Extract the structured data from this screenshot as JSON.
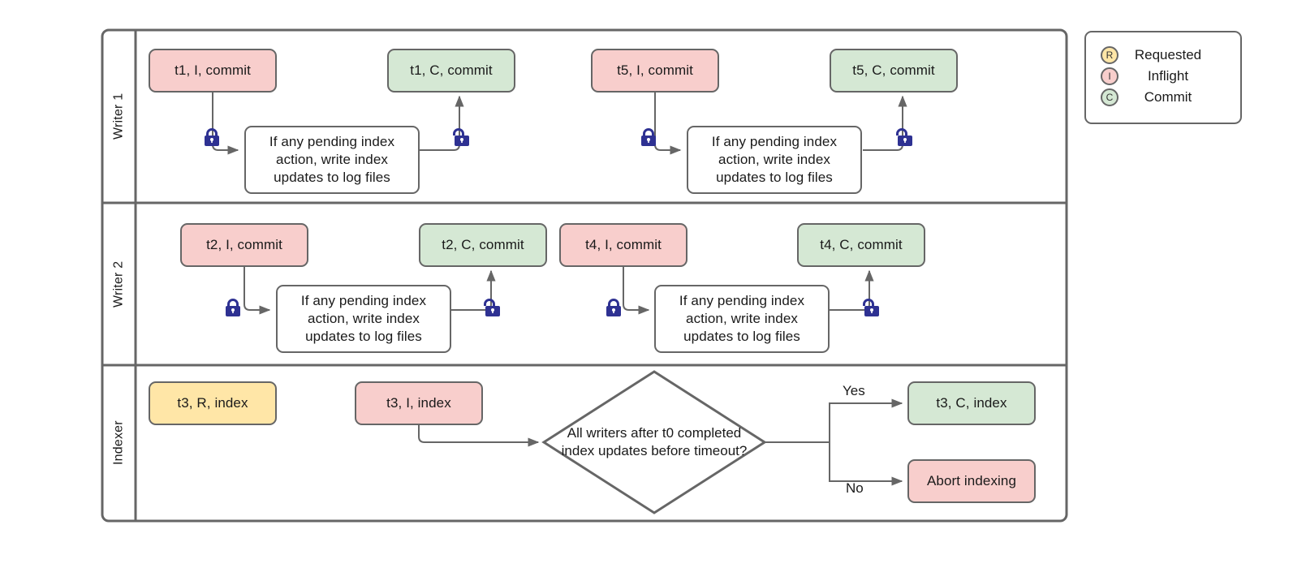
{
  "diagram": {
    "title": "Writer / Indexer transaction swimlane flow",
    "colors": {
      "red": "#f8cecc",
      "green": "#d5e8d4",
      "yellow": "#ffe6a7",
      "stroke": "#666666",
      "lock": "#2e3192",
      "background": "#ffffff"
    },
    "lanes": [
      {
        "id": "writer1",
        "label": "Writer 1"
      },
      {
        "id": "writer2",
        "label": "Writer 2"
      },
      {
        "id": "indexer",
        "label": "Indexer"
      }
    ],
    "process_text": "If any pending index action, write index updates to log files",
    "process_lines": [
      "If any pending index",
      "action, write index",
      "updates to log files"
    ],
    "writer1": {
      "inflight_1": "t1, I, commit",
      "commit_1": "t1, C, commit",
      "process_1": "If any pending index action, write index updates to log files",
      "inflight_2": "t5, I, commit",
      "commit_2": "t5, C, commit",
      "process_2": "If any pending index action, write index updates to log files",
      "lock_closed_1": "lock-closed",
      "lock_open_1": "lock-open",
      "lock_closed_2": "lock-closed",
      "lock_open_2": "lock-open"
    },
    "writer2": {
      "inflight_1": "t2, I, commit",
      "commit_1": "t2, C, commit",
      "process_1": "If any pending index action, write index updates to log files",
      "inflight_2": "t4, I, commit",
      "commit_2": "t4, C, commit",
      "process_2": "If any pending index action, write index updates to log files",
      "lock_closed_1": "lock-closed",
      "lock_open_1": "lock-open",
      "lock_closed_2": "lock-closed",
      "lock_open_2": "lock-open"
    },
    "indexer": {
      "requested": "t3, R, index",
      "inflight": "t3, I, index",
      "decision": "All writers after t0 completed index updates before timeout?",
      "decision_lines": [
        "All writers after t0",
        "completed index updates",
        "before timeout?"
      ],
      "yes_label": "Yes",
      "no_label": "No",
      "commit": "t3, C, index",
      "abort": "Abort indexing"
    },
    "legend": {
      "items": [
        {
          "badge": "R",
          "label": "Requested",
          "color": "#ffe6a7"
        },
        {
          "badge": "I",
          "label": "Inflight",
          "color": "#f8cecc"
        },
        {
          "badge": "C",
          "label": "Commit",
          "color": "#d5e8d4"
        }
      ]
    }
  }
}
